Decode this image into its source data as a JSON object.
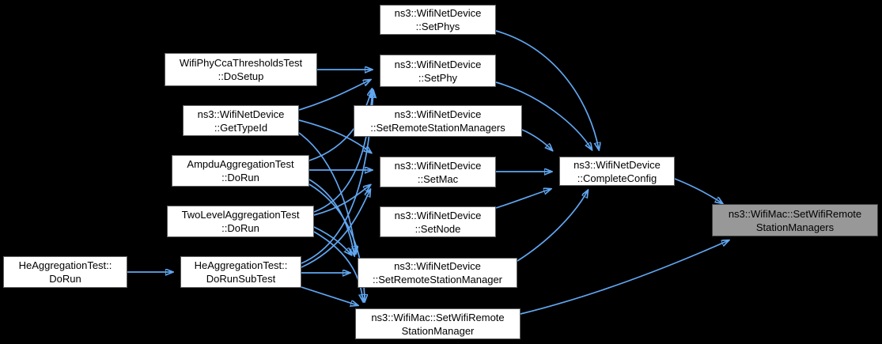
{
  "diagram": {
    "type": "doxygen-caller-graph",
    "colors": {
      "background": "#000000",
      "edge": "#61a7f2",
      "node_fill": "#ffffff",
      "node_border": "#5f5f5f",
      "highlight_fill": "#989898",
      "highlight_border": "#424242",
      "text": "#000000"
    },
    "nodes": {
      "set_phys": {
        "line1": "ns3::WifiNetDevice",
        "line2": "::SetPhys"
      },
      "do_setup": {
        "line1": "WifiPhyCcaThresholdsTest",
        "line2": "::DoSetup"
      },
      "set_phy": {
        "line1": "ns3::WifiNetDevice",
        "line2": "::SetPhy"
      },
      "get_type_id": {
        "line1": "ns3::WifiNetDevice",
        "line2": "::GetTypeId"
      },
      "set_remote_station_managers": {
        "line1": "ns3::WifiNetDevice",
        "line2": "::SetRemoteStationManagers"
      },
      "ampdu_do_run": {
        "line1": "AmpduAggregationTest",
        "line2": "::DoRun"
      },
      "set_mac": {
        "line1": "ns3::WifiNetDevice",
        "line2": "::SetMac"
      },
      "complete_config": {
        "line1": "ns3::WifiNetDevice",
        "line2": "::CompleteConfig"
      },
      "two_level_do_run": {
        "line1": "TwoLevelAggregationTest",
        "line2": "::DoRun"
      },
      "set_node": {
        "line1": "ns3::WifiNetDevice",
        "line2": "::SetNode"
      },
      "set_wifi_remote_station_managers": {
        "line1": "ns3::WifiMac::SetWifiRemote",
        "line2": "StationManagers"
      },
      "he_do_run": {
        "line1": "HeAggregationTest::",
        "line2": "DoRun"
      },
      "do_run_sub_test": {
        "line1": "HeAggregationTest::",
        "line2": "DoRunSubTest"
      },
      "set_remote_station_manager": {
        "line1": "ns3::WifiNetDevice",
        "line2": "::SetRemoteStationManager"
      },
      "set_wifi_remote_station_manager": {
        "line1": "ns3::WifiMac::SetWifiRemote",
        "line2": "StationManager"
      }
    },
    "edges": [
      {
        "from": "do_setup",
        "to": "set_phy"
      },
      {
        "from": "get_type_id",
        "to": "set_phy"
      },
      {
        "from": "ampdu_do_run",
        "to": "set_phy"
      },
      {
        "from": "two_level_do_run",
        "to": "set_phy"
      },
      {
        "from": "do_run_sub_test",
        "to": "set_phy"
      },
      {
        "from": "get_type_id",
        "to": "set_mac"
      },
      {
        "from": "ampdu_do_run",
        "to": "set_mac"
      },
      {
        "from": "two_level_do_run",
        "to": "set_mac"
      },
      {
        "from": "do_run_sub_test",
        "to": "set_mac"
      },
      {
        "from": "get_type_id",
        "to": "set_remote_station_manager"
      },
      {
        "from": "ampdu_do_run",
        "to": "set_remote_station_manager"
      },
      {
        "from": "two_level_do_run",
        "to": "set_remote_station_manager"
      },
      {
        "from": "do_run_sub_test",
        "to": "set_remote_station_manager"
      },
      {
        "from": "ampdu_do_run",
        "to": "set_wifi_remote_station_manager"
      },
      {
        "from": "two_level_do_run",
        "to": "set_wifi_remote_station_manager"
      },
      {
        "from": "do_run_sub_test",
        "to": "set_wifi_remote_station_manager"
      },
      {
        "from": "he_do_run",
        "to": "do_run_sub_test"
      },
      {
        "from": "set_phys",
        "to": "complete_config"
      },
      {
        "from": "set_phy",
        "to": "complete_config"
      },
      {
        "from": "set_remote_station_managers",
        "to": "complete_config"
      },
      {
        "from": "set_mac",
        "to": "complete_config"
      },
      {
        "from": "set_node",
        "to": "complete_config"
      },
      {
        "from": "set_remote_station_manager",
        "to": "complete_config"
      },
      {
        "from": "complete_config",
        "to": "set_wifi_remote_station_managers"
      },
      {
        "from": "set_wifi_remote_station_manager",
        "to": "set_wifi_remote_station_managers"
      }
    ]
  }
}
